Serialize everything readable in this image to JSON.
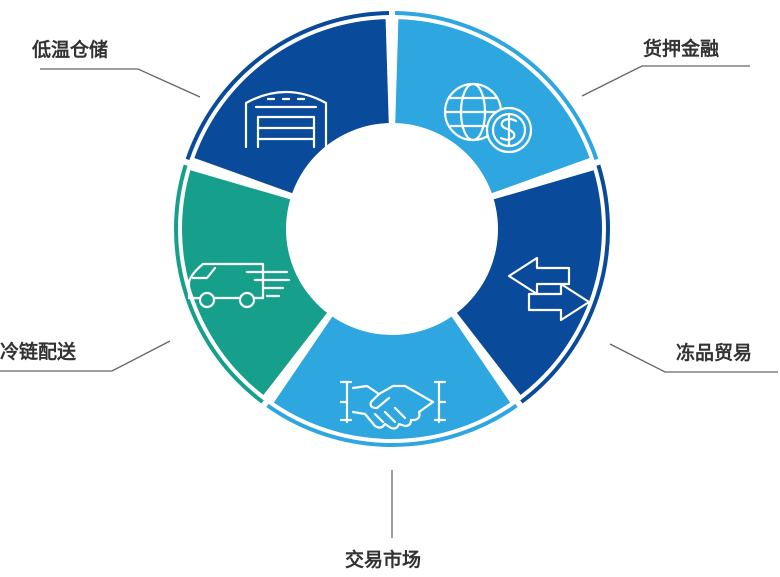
{
  "segments": [
    {
      "id": "cold-storage",
      "label": "低温仓储",
      "icon": "warehouse-icon",
      "color": "#0a4a9a",
      "outer_ring": "#0a4a9a"
    },
    {
      "id": "pledge-finance",
      "label": "货押金融",
      "icon": "globe-dollar-icon",
      "color": "#2ea6e0",
      "outer_ring": "#2ea6e0"
    },
    {
      "id": "frozen-trade",
      "label": "冻品贸易",
      "icon": "exchange-arrows-icon",
      "color": "#0a4a9a",
      "outer_ring": "#0a4a9a"
    },
    {
      "id": "market",
      "label": "交易市场",
      "icon": "handshake-icon",
      "color": "#2ea6e0",
      "outer_ring": "#2ea6e0"
    },
    {
      "id": "cold-delivery",
      "label": "冷链配送",
      "icon": "delivery-truck-icon",
      "color": "#16a08c",
      "outer_ring": "#16a08c"
    }
  ],
  "center_color": "#ffffff"
}
